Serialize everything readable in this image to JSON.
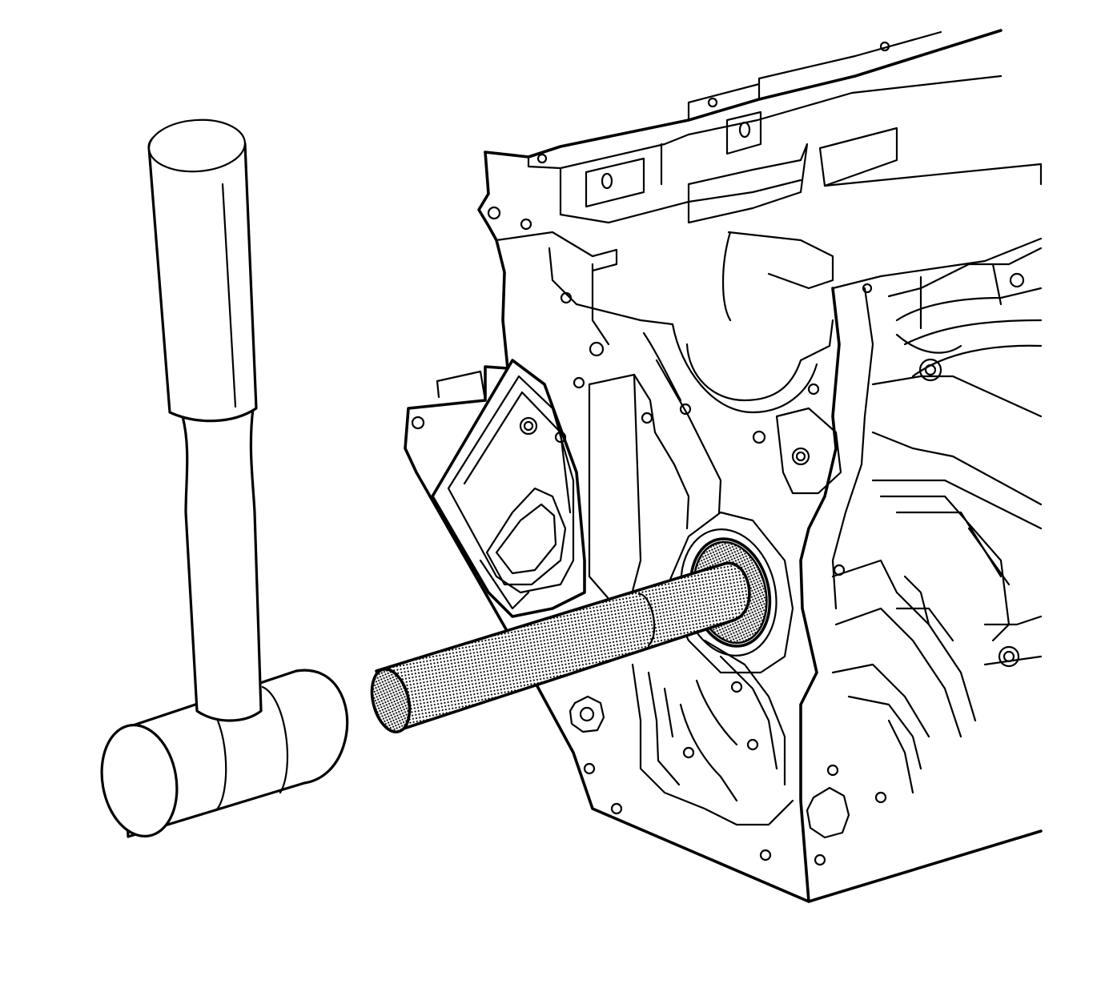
{
  "figure": {
    "components": [
      {
        "id": "engine-block",
        "icon": "engine-block-icon"
      },
      {
        "id": "driver-tool",
        "icon": "bearing-driver-icon",
        "pattern": "knurled-dot-shading"
      },
      {
        "id": "mallet",
        "icon": "dead-blow-hammer-icon"
      }
    ],
    "colors": {
      "line": "#000000",
      "background": "#ffffff"
    }
  }
}
